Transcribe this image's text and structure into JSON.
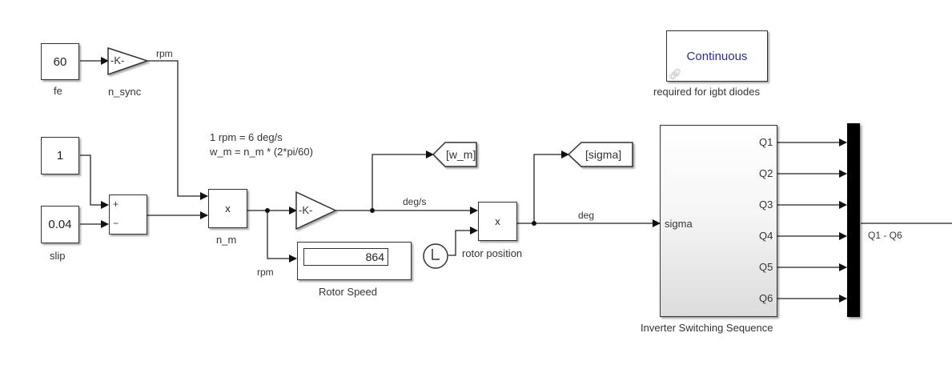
{
  "diagram": {
    "type": "simulink-block-diagram",
    "annotation": {
      "line1": "1 rpm = 6 deg/s",
      "line2": "w_m = n_m * (2*pi/60)"
    },
    "blocks": {
      "fe": {
        "value": "60",
        "label": "fe"
      },
      "n_sync": {
        "value": "-K-",
        "label": "n_sync"
      },
      "one": {
        "value": "1"
      },
      "slip": {
        "value": "0.04",
        "label": "slip"
      },
      "sum": {
        "plus": "+",
        "minus": "−"
      },
      "n_m": {
        "value": "x",
        "label": "n_m"
      },
      "gain_deg": {
        "value": "-K-"
      },
      "rotor_speed": {
        "value": "864",
        "label": "Rotor Speed"
      },
      "goto_w_m": {
        "tag": "[w_m]"
      },
      "goto_sigma": {
        "tag": "[sigma]"
      },
      "clock": {
        "label": "rotor position"
      },
      "product_pos": {
        "value": "x"
      },
      "powergui": {
        "text": "Continuous",
        "label": "required for igbt diodes"
      },
      "inverter": {
        "label": "Inverter Switching Sequence",
        "input": "sigma",
        "outputs": [
          "Q1",
          "Q2",
          "Q3",
          "Q4",
          "Q5",
          "Q6"
        ]
      },
      "mux": {
        "output_label": "Q1 - Q6"
      }
    },
    "signals": {
      "rpm_top": "rpm",
      "rpm_bottom": "rpm",
      "deg_s": "deg/s",
      "deg": "deg"
    },
    "colors": {
      "powergui_text": "#2a2ab0",
      "line": "#222222"
    }
  }
}
